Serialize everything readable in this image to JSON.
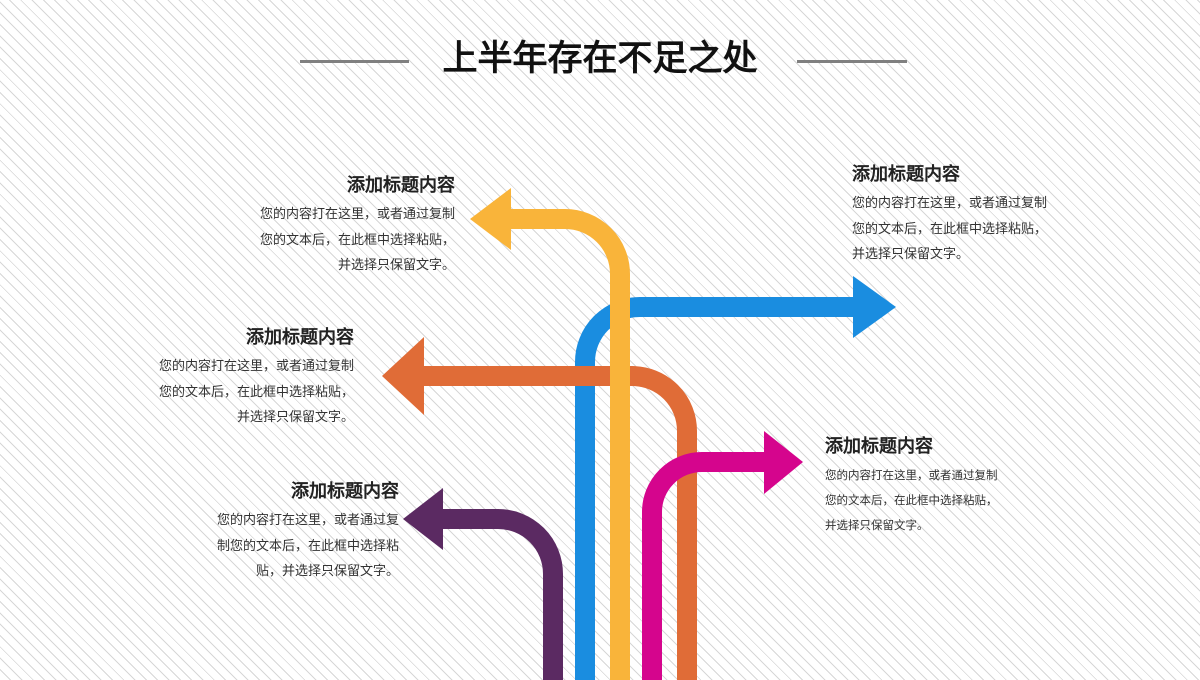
{
  "page": {
    "title": "上半年存在不足之处",
    "divider_color": "#808080"
  },
  "items": [
    {
      "title": "添加标题内容",
      "lines": [
        "您的内容打在这里，或者通过复制",
        "您的文本后，在此框中选择粘贴，",
        "并选择只保留文字。"
      ],
      "arrow_color": "#f9b43a"
    },
    {
      "title": "添加标题内容",
      "lines": [
        "您的内容打在这里，或者通过复制",
        "您的文本后，在此框中选择粘贴，",
        "并选择只保留文字。"
      ],
      "arrow_color": "#1a8de0"
    },
    {
      "title": "添加标题内容",
      "lines": [
        "您的内容打在这里，或者通过复制",
        "您的文本后，在此框中选择粘贴，",
        "并选择只保留文字。"
      ],
      "arrow_color": "#e06c37"
    },
    {
      "title": "添加标题内容",
      "lines": [
        "您的内容打在这里，或者通过复制",
        "您的文本后，在此框中选择粘贴，",
        "并选择只保留文字。"
      ],
      "arrow_color": "#d5058d"
    },
    {
      "title": "添加标题内容",
      "lines": [
        "您的内容打在这里，或者通过复",
        "制您的文本后，在此框中选择粘",
        "贴，并选择只保留文字。"
      ],
      "arrow_color": "#5b2a62"
    }
  ]
}
